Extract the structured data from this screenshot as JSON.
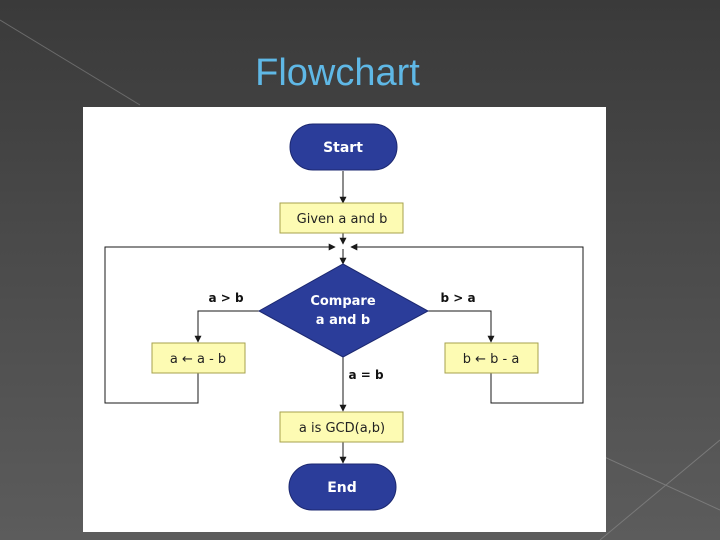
{
  "slide": {
    "title": "Flowchart"
  },
  "flowchart": {
    "colors": {
      "terminal_fill": "#2b3d9a",
      "terminal_text": "#ffffff",
      "process_fill": "#fdfbb3",
      "process_stroke": "#a6a24d",
      "decision_fill": "#2b3d9a",
      "line": "#1a1a1a",
      "title": "#5fb8e6"
    },
    "nodes": {
      "start": "Start",
      "given": "Given a and b",
      "compare_line1": "Compare",
      "compare_line2": "a and b",
      "a_minus_b": "a ← a - b",
      "b_minus_a": "b ← b - a",
      "gcd": "a is GCD(a,b)",
      "end": "End"
    },
    "edges": {
      "a_gt_b": "a > b",
      "b_gt_a": "b > a",
      "a_eq_b": "a = b"
    }
  }
}
